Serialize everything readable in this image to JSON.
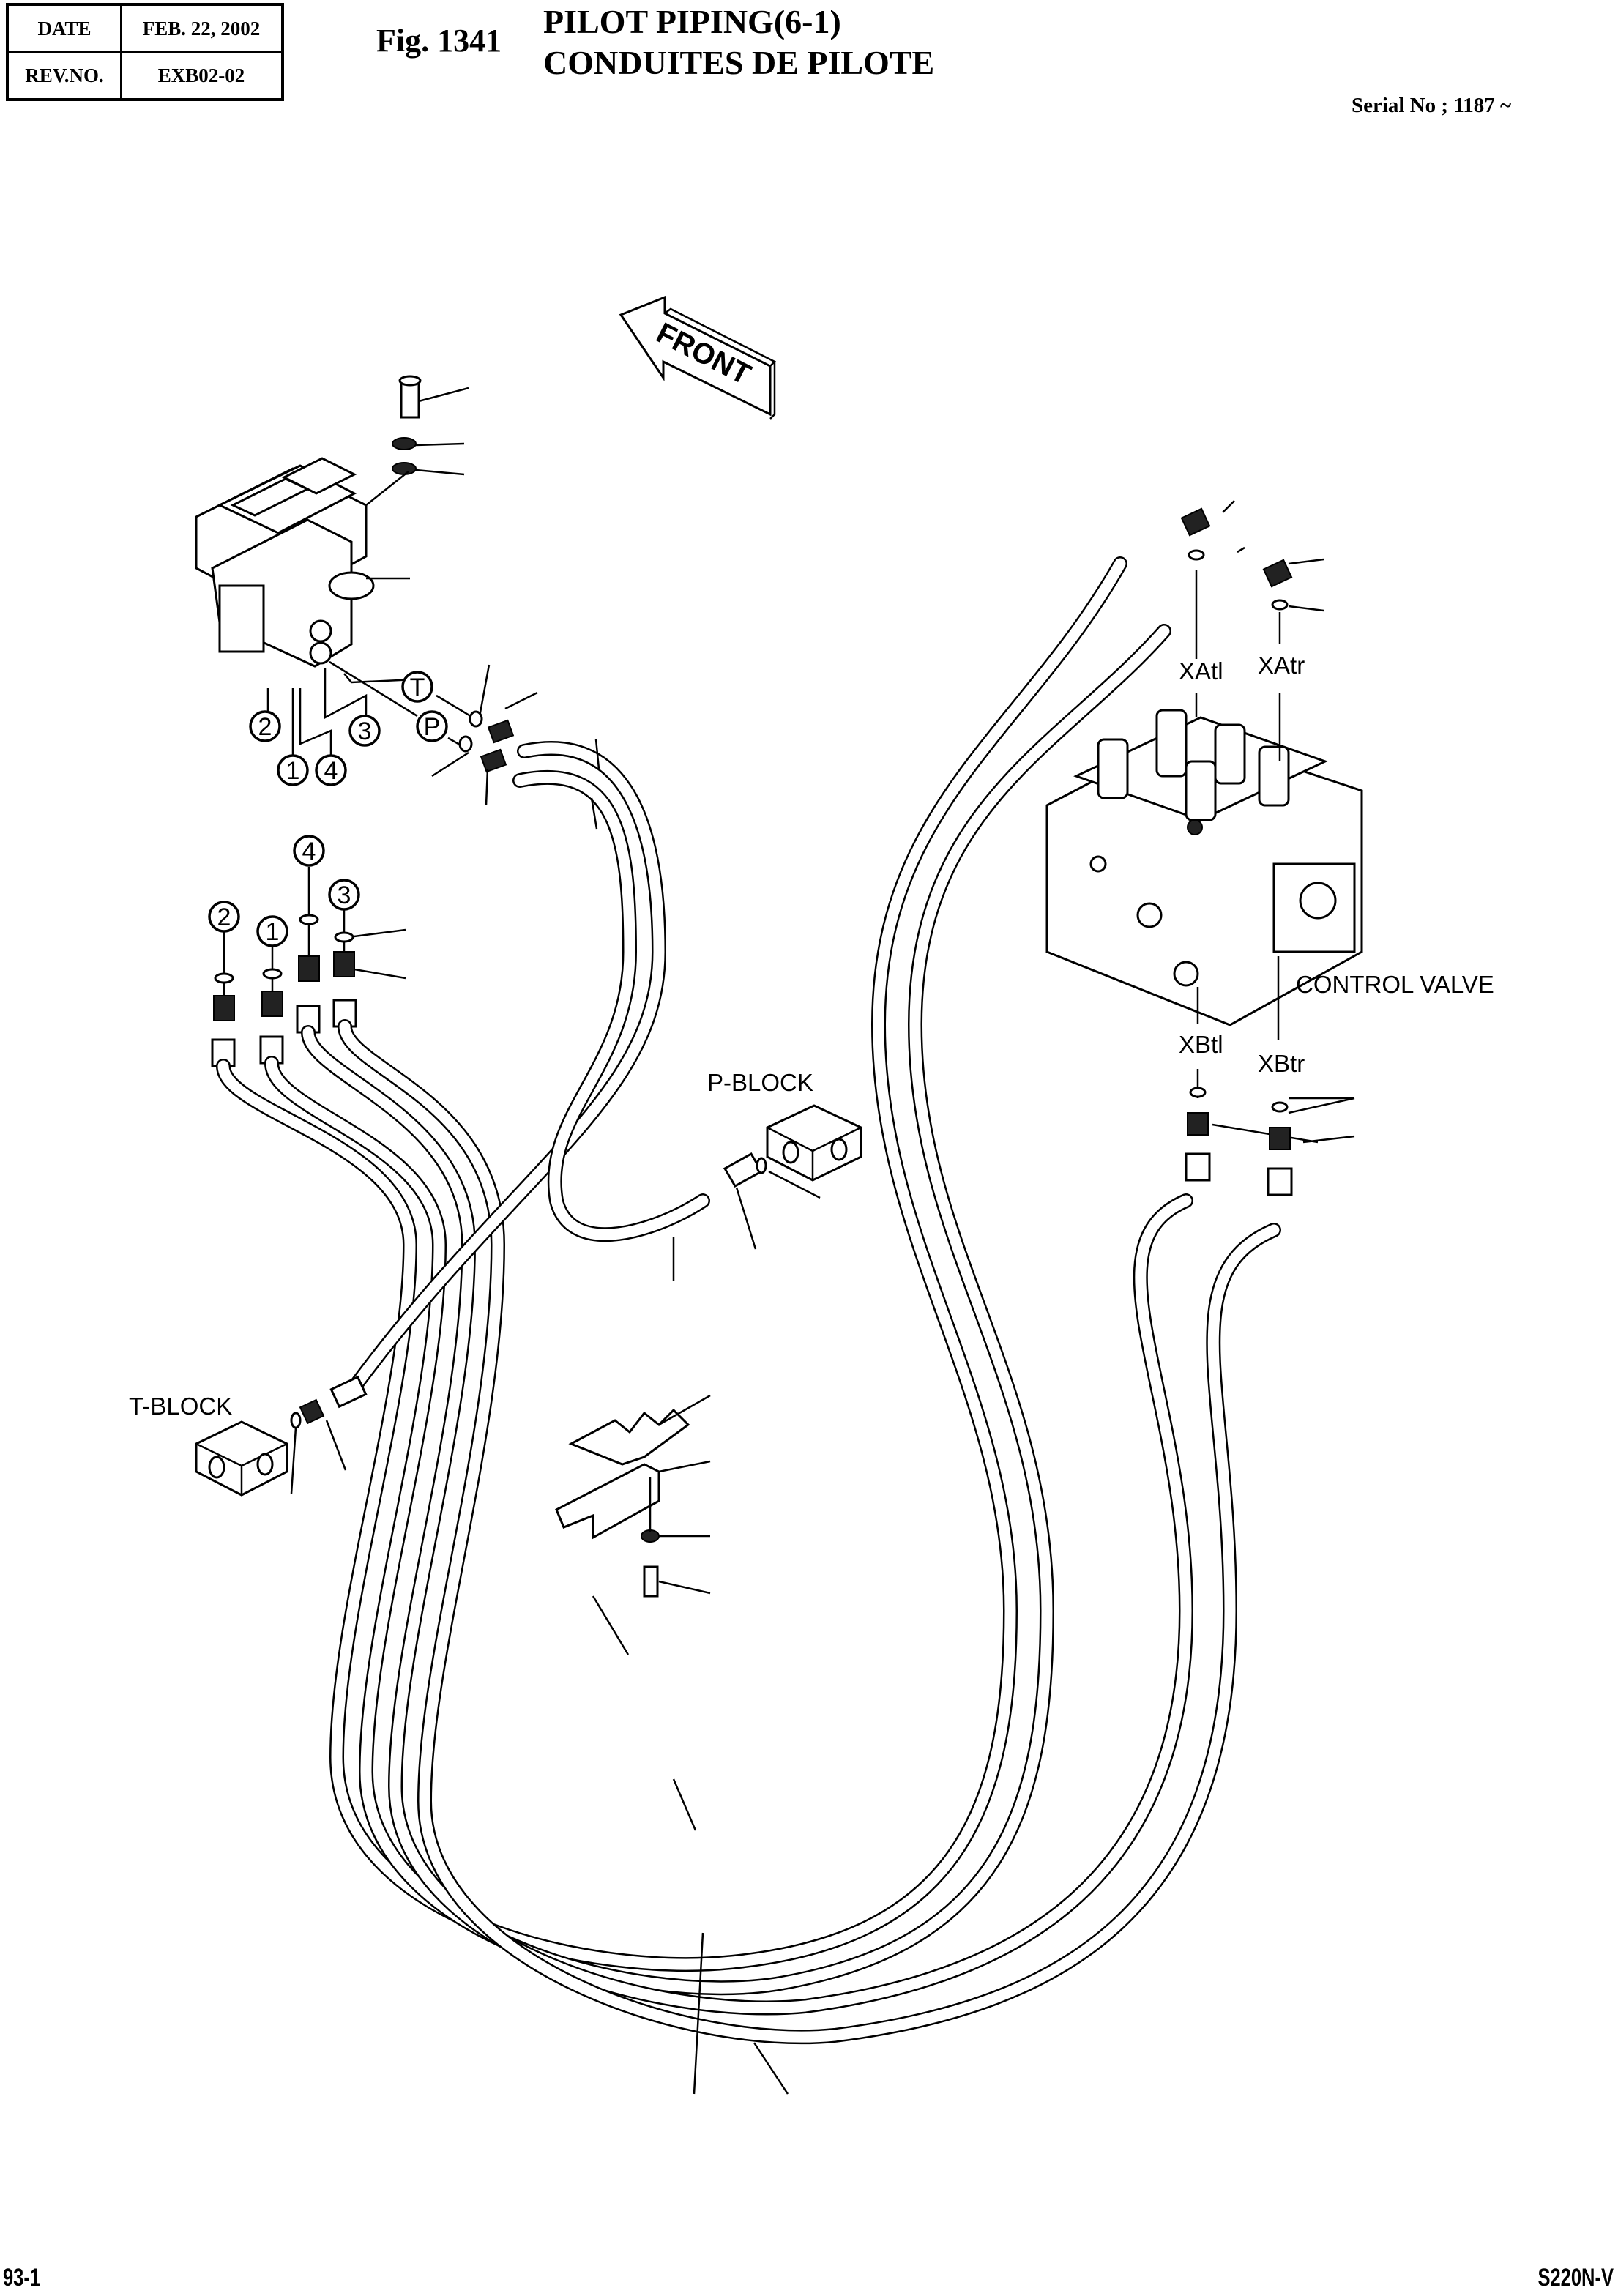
{
  "header": {
    "date_label": "DATE",
    "date_value": "FEB. 22, 2002",
    "rev_label": "REV.NO.",
    "rev_value": "EXB02-02",
    "figure_number": "Fig. 1341",
    "title_en": "PILOT PIPING(6-1)",
    "title_fr": "CONDUITES DE PILOTE",
    "serial": "Serial No ; 1187 ~"
  },
  "diagram": {
    "front_arrow": "FRONT",
    "labels": {
      "xatl": "XAtl",
      "xatr": "XAtr",
      "xbtl": "XBtl",
      "xbtr": "XBtr",
      "control_valve": "CONTROL VALVE",
      "p_block": "P-BLOCK",
      "t_block": "T-BLOCK"
    },
    "callouts": {
      "pilot_valve_ports": [
        "2",
        "1",
        "4",
        "3",
        "T",
        "P"
      ],
      "fitting_ports": [
        "2",
        "1",
        "4",
        "3"
      ]
    }
  },
  "footer": {
    "page_number": "93-1",
    "model": "S220N-V"
  }
}
